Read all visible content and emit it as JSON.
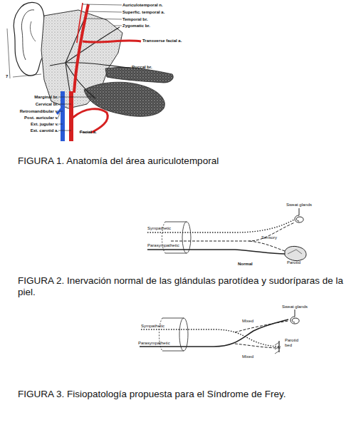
{
  "diagram": {
    "labels": [
      "Auriculotemporal n.",
      "Superfic. temporal a.",
      "Temporal br.",
      "Zygomatic br.",
      "Transverse facial a.",
      "Buccal br.",
      "7",
      "Marginal br.",
      "Cervical br.",
      "Retromandibular v.",
      "Post. auricular v.",
      "Ext. jugular v.",
      "Ext. carotid a.",
      "Facial a.",
      "FIGURA 1. Anatomía del área auriculotemporal",
      "Sweat glands",
      "Sympathetic",
      "Sensory",
      "Parasympathetic",
      "Parotid",
      "Normal",
      "FIGURA 2. Inervación normal de las glándulas parotídea y sudoríparas de la piel.",
      "Sweat glands",
      "Mixed",
      "Sympathetic",
      "Parasympathetic",
      "Mixed",
      "Parotid bed",
      "FIGURA 3. Fisiopatología propuesta para el Síndrome de Frey."
    ]
  }
}
